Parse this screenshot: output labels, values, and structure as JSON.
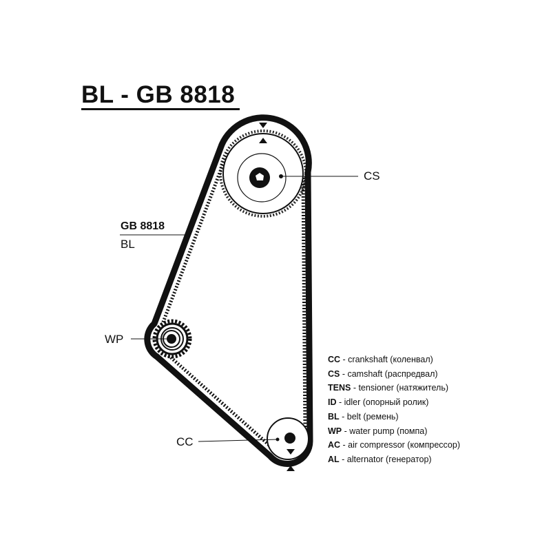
{
  "title": "BL - GB 8818",
  "labels": {
    "cs": "CS",
    "wp": "WP",
    "cc": "CC",
    "belt_code": "GB 8818",
    "belt_type": "BL"
  },
  "legend": [
    {
      "code": "CC",
      "text": "crankshaft (коленвал)"
    },
    {
      "code": "CS",
      "text": "camshaft (распредвал)"
    },
    {
      "code": "TENS",
      "text": "tensioner (натяжитель)"
    },
    {
      "code": "ID",
      "text": "idler (опорный ролик)"
    },
    {
      "code": "BL",
      "text": "belt (ремень)"
    },
    {
      "code": "WP",
      "text": "water pump (помпа)"
    },
    {
      "code": "AC",
      "text": "air compressor (компрессор)"
    },
    {
      "code": "AL",
      "text": "alternator (генератор)"
    }
  ]
}
